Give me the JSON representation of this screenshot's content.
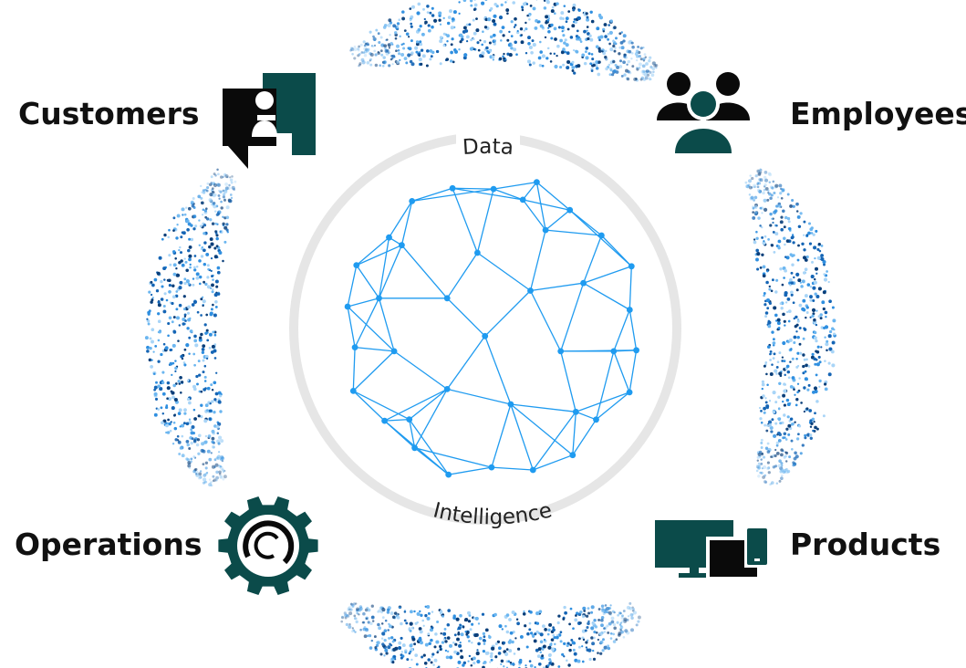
{
  "diagram": {
    "nodes": [
      {
        "id": "customers",
        "label": "Customers",
        "icon": "speech-bubbles-person-icon"
      },
      {
        "id": "employees",
        "label": "Employees",
        "icon": "people-group-icon"
      },
      {
        "id": "operations",
        "label": "Operations",
        "icon": "gear-icon"
      },
      {
        "id": "products",
        "label": "Products",
        "icon": "devices-icon"
      }
    ],
    "center": {
      "top_label": "Data",
      "bottom_label": "Intelligence",
      "icon": "network-sphere-icon"
    }
  },
  "colors": {
    "icon": "#0b4b4a",
    "icon_dark": "#0a0a0a",
    "network": "#1f9bf0",
    "ring": "#e6e6e6",
    "dots": [
      "#0a3f7a",
      "#1565b5",
      "#2f8fe0",
      "#6bb6f0",
      "#a9d5f7"
    ]
  }
}
